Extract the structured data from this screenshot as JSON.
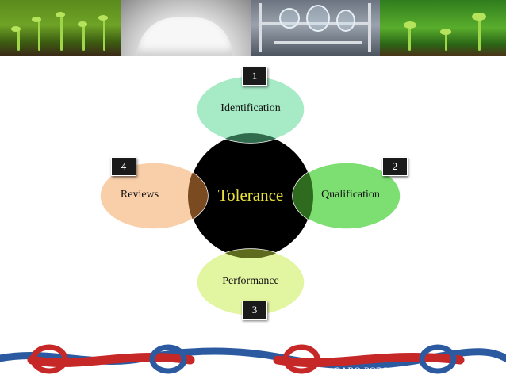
{
  "diagram": {
    "center": {
      "label": "Tolerance",
      "color": "#000000",
      "text_color": "#e9e23a"
    },
    "petals": [
      {
        "id": "identification",
        "label": "Identification",
        "number": "1",
        "color": "#a6eac6",
        "overlap_color": "#2f6b4c"
      },
      {
        "id": "qualification",
        "label": "Qualification",
        "number": "2",
        "color": "#7dde72",
        "overlap_color": "#2e6b1e"
      },
      {
        "id": "performance",
        "label": "Performance",
        "number": "3",
        "color": "#e2f5a0",
        "overlap_color": "#5e6b1f"
      },
      {
        "id": "reviews",
        "label": "Reviews",
        "number": "4",
        "color": "#f9cfaa",
        "overlap_color": "#7a4a21"
      }
    ]
  },
  "footer": {
    "code": "OARO-PQRS-0319"
  },
  "decor": {
    "banner_photo_icons": [
      "seedling-photo",
      "powder-pile-photo",
      "lab-apparatus-photo",
      "sprouts-photo"
    ],
    "rope_colors": [
      "#c62828",
      "#2c5aa0"
    ]
  }
}
